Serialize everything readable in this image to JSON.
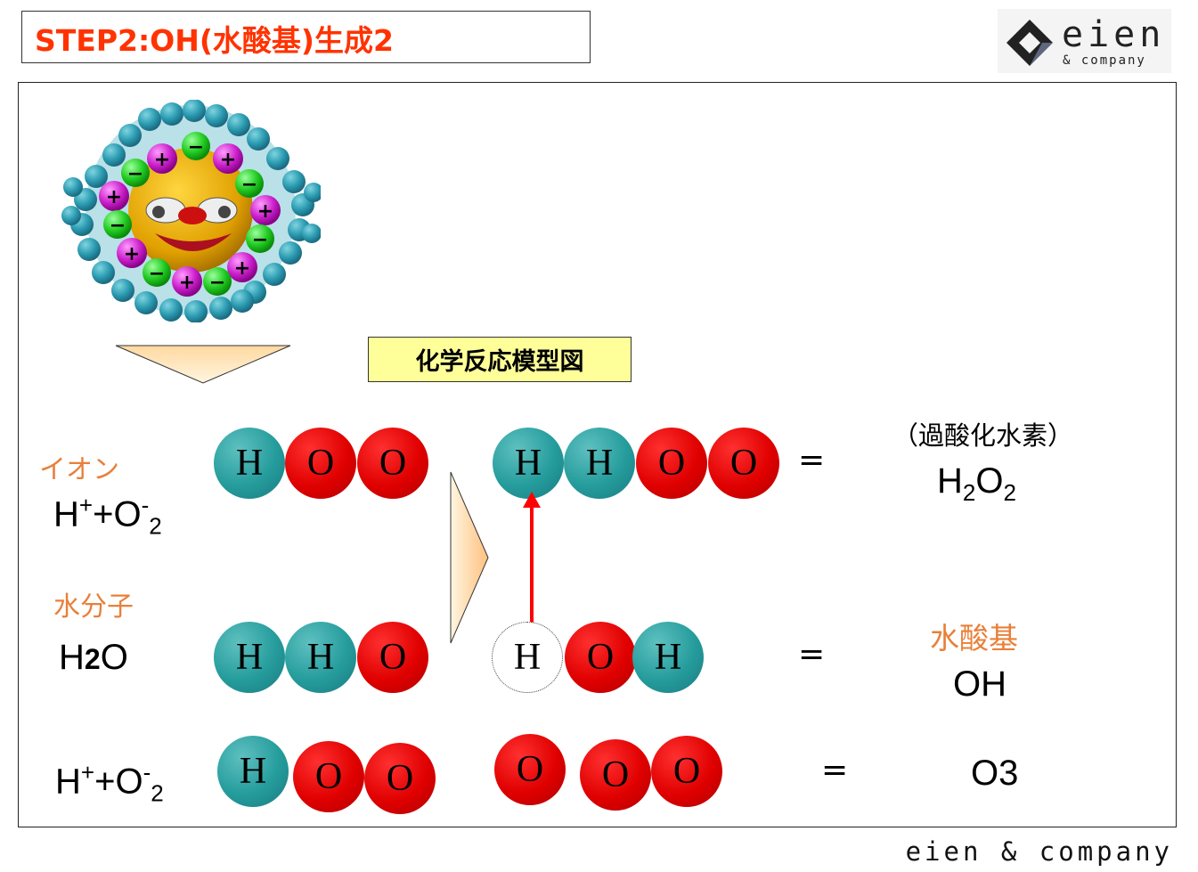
{
  "header": {
    "title": "STEP2:OH(水酸基)生成2"
  },
  "logo": {
    "word": "eien",
    "sub": "& company"
  },
  "footer": {
    "brand": "eien & company"
  },
  "diagram": {
    "legend_label": "化学反応模型図",
    "row1": {
      "category": "イオン",
      "formula_base": "H",
      "formula_sup1": "+",
      "formula_mid": "+O",
      "formula_sup2": "-",
      "formula_sub": "2"
    },
    "row2": {
      "category": "水分子",
      "formula_h": "H",
      "formula_sub": "2",
      "formula_o": "O"
    },
    "row3": {
      "formula_base": "H",
      "formula_sup1": "+",
      "formula_mid": "+O",
      "formula_sup2": "-",
      "formula_sub": "2"
    },
    "equals": "=",
    "result1": {
      "name": "（過酸化水素）",
      "formula_h": "H",
      "formula_sub1": "2",
      "formula_o": "O",
      "formula_sub2": "2"
    },
    "result2": {
      "name": "水酸基",
      "formula": "OH"
    },
    "result3": {
      "formula": "O3"
    },
    "atom_h": "H",
    "atom_o": "O"
  },
  "colors": {
    "title": "#ff3300",
    "label_orange": "#e8803a",
    "hydrogen": "#259c9c",
    "oxygen": "#e00000",
    "legend_bg": "#ffff99",
    "arrow": "#ff0000"
  }
}
